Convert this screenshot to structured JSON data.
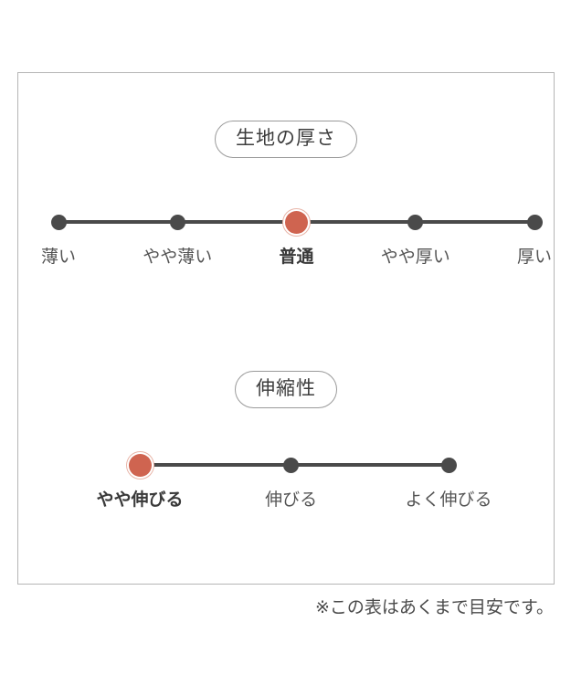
{
  "panel": {
    "border_color": "#b5b5b5",
    "background": "#ffffff"
  },
  "colors": {
    "dot": "#4a4a4a",
    "selected_dot": "#cf6450",
    "selected_ring": "#e8b5a8",
    "label": "#555555",
    "selected_label": "#3a3a3a",
    "pill_border": "#9a9a9a"
  },
  "sections": [
    {
      "id": "fabric-thickness",
      "badge": "生地の厚さ",
      "selected_index": 2,
      "options": [
        {
          "label": "薄い",
          "selected": false
        },
        {
          "label": "やや薄い",
          "selected": false
        },
        {
          "label": "普通",
          "selected": true
        },
        {
          "label": "やや厚い",
          "selected": false
        },
        {
          "label": "厚い",
          "selected": false
        }
      ]
    },
    {
      "id": "stretchiness",
      "badge": "伸縮性",
      "selected_index": 0,
      "options": [
        {
          "label": "やや伸びる",
          "selected": true
        },
        {
          "label": "伸びる",
          "selected": false
        },
        {
          "label": "よく伸びる",
          "selected": false
        }
      ]
    }
  ],
  "footnote": "※この表はあくまで目安です。"
}
